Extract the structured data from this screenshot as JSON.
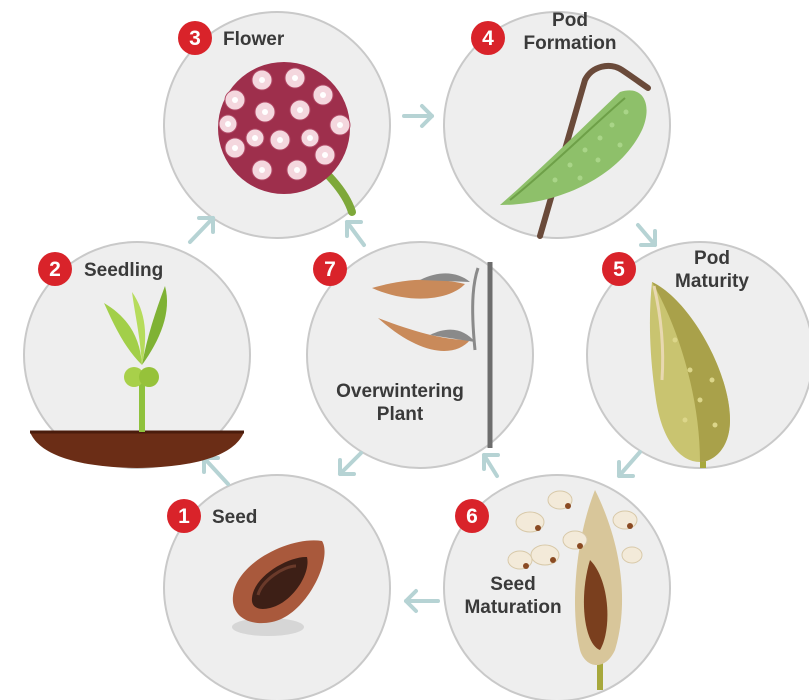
{
  "colors": {
    "badge": "#d9232a",
    "arrow": "#b6d3d4",
    "disc_fill": "#eeeeee",
    "disc_stroke": "#c9c9c9",
    "label_text": "#3a3a3a"
  },
  "stages": [
    {
      "number": "1",
      "label_lines": [
        "Seed"
      ],
      "icon": "seed-icon"
    },
    {
      "number": "2",
      "label_lines": [
        "Seedling"
      ],
      "icon": "seedling-icon"
    },
    {
      "number": "3",
      "label_lines": [
        "Flower"
      ],
      "icon": "flower-icon"
    },
    {
      "number": "4",
      "label_lines": [
        "Pod",
        "Formation"
      ],
      "icon": "pod-formation-icon"
    },
    {
      "number": "5",
      "label_lines": [
        "Pod",
        "Maturity"
      ],
      "icon": "pod-maturity-icon"
    },
    {
      "number": "6",
      "label_lines": [
        "Seed",
        "Maturation"
      ],
      "icon": "seed-maturation-icon"
    },
    {
      "number": "7",
      "label_lines": [
        "Overwintering",
        "Plant"
      ],
      "icon": "overwintering-plant-icon"
    }
  ]
}
